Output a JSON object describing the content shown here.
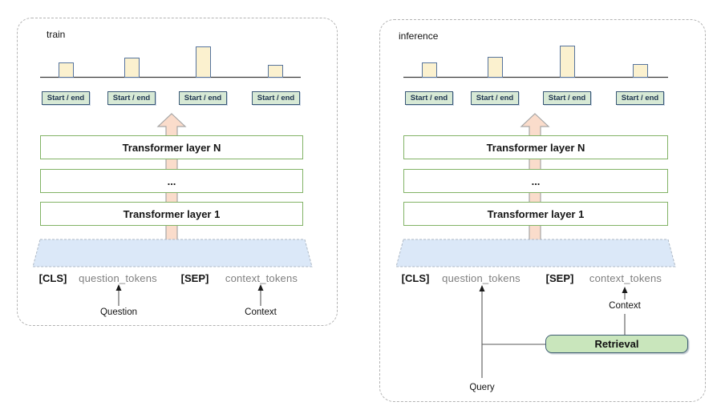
{
  "panels": [
    {
      "label": "train",
      "bar_heights": [
        19,
        25,
        39,
        16
      ],
      "start_end_labels": [
        "Start / end",
        "Start / end",
        "Start / end",
        "Start / end"
      ],
      "layers": [
        "Transformer layer N",
        "...",
        "Transformer layer 1"
      ],
      "tokens": {
        "cls": "[CLS]",
        "question": "question_tokens",
        "sep": "[SEP]",
        "context": "context_tokens"
      },
      "input_labels": {
        "question": "Question",
        "context": "Context"
      }
    },
    {
      "label": "inference",
      "bar_heights": [
        19,
        26,
        40,
        17
      ],
      "start_end_labels": [
        "Start / end",
        "Start / end",
        "Start / end",
        "Start / end"
      ],
      "layers": [
        "Transformer layer N",
        "...",
        "Transformer layer 1"
      ],
      "tokens": {
        "cls": "[CLS]",
        "question": "question_tokens",
        "sep": "[SEP]",
        "context": "context_tokens"
      },
      "input_labels": {
        "query": "Query",
        "context": "Context"
      },
      "retrieval_label": "Retrieval"
    }
  ],
  "colors": {
    "bar_fill": "#FBF1CF",
    "bar_border": "#56749E",
    "startend_fill": "#D7E9D5",
    "startend_border": "#3A5977",
    "layer_border": "#82B366",
    "arrow_fill": "#FADCCB",
    "arrow_border": "#A6A6A6",
    "embed_fill": "#DBE8F8",
    "embed_border": "#AEB9C6",
    "retrieval_fill": "#C9E6BC",
    "retrieval_border": "#3F5E75",
    "muted_text": "#7F7F7F"
  }
}
